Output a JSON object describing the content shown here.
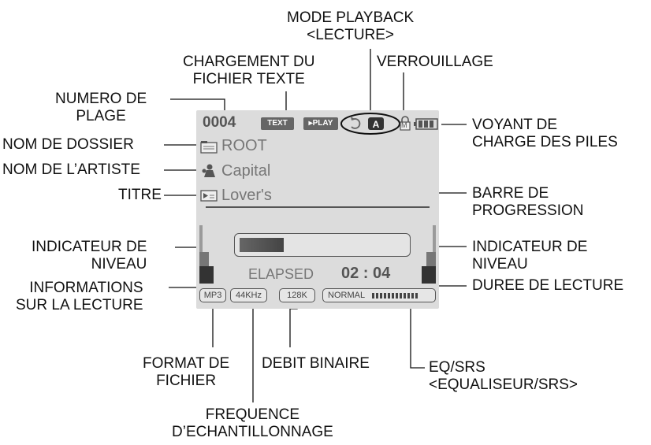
{
  "labels": {
    "mode_playback": [
      "MODE PLAYBACK",
      "<LECTURE>"
    ],
    "chargement": [
      "CHARGEMENT DU",
      "FICHIER TEXTE"
    ],
    "verrouillage": "VERROUILLAGE",
    "numero": [
      "NUMERO DE",
      "PLAGE"
    ],
    "voyant": [
      "VOYANT DE",
      "CHARGE DES PILES"
    ],
    "dossier": "NOM DE DOSSIER",
    "artiste": "NOM DE L’ARTISTE",
    "titre": "TITRE",
    "barre": [
      "BARRE DE",
      "PROGRESSION"
    ],
    "niveau_left": [
      "INDICATEUR DE",
      "NIVEAU"
    ],
    "niveau_right": [
      "INDICATEUR DE",
      "NIVEAU"
    ],
    "informations": [
      "INFORMATIONS",
      "SUR LA LECTURE"
    ],
    "duree": "DUREE DE LECTURE",
    "format": [
      "FORMAT DE",
      "FICHIER"
    ],
    "debit": "DEBIT BINAIRE",
    "eq": [
      "EQ/SRS",
      "<EQUALISEUR/SRS>"
    ],
    "frequence": [
      "FREQUENCE",
      "D’ECHANTILLONNAGE"
    ]
  },
  "screen": {
    "track_number": "0004",
    "text_badge": "TEXT",
    "play_badge": "▸PLAY",
    "repeat_mode": "A",
    "lock_letter": "M",
    "folder": "ROOT",
    "artist": "Capital",
    "title": "Lover's",
    "elapsed_label": "ELAPSED",
    "elapsed_time": "02 : 04",
    "progress_fraction": 0.27,
    "format": "MP3",
    "sample_rate": "44KHz",
    "bitrate": "128K",
    "eq_mode": "NORMAL"
  }
}
